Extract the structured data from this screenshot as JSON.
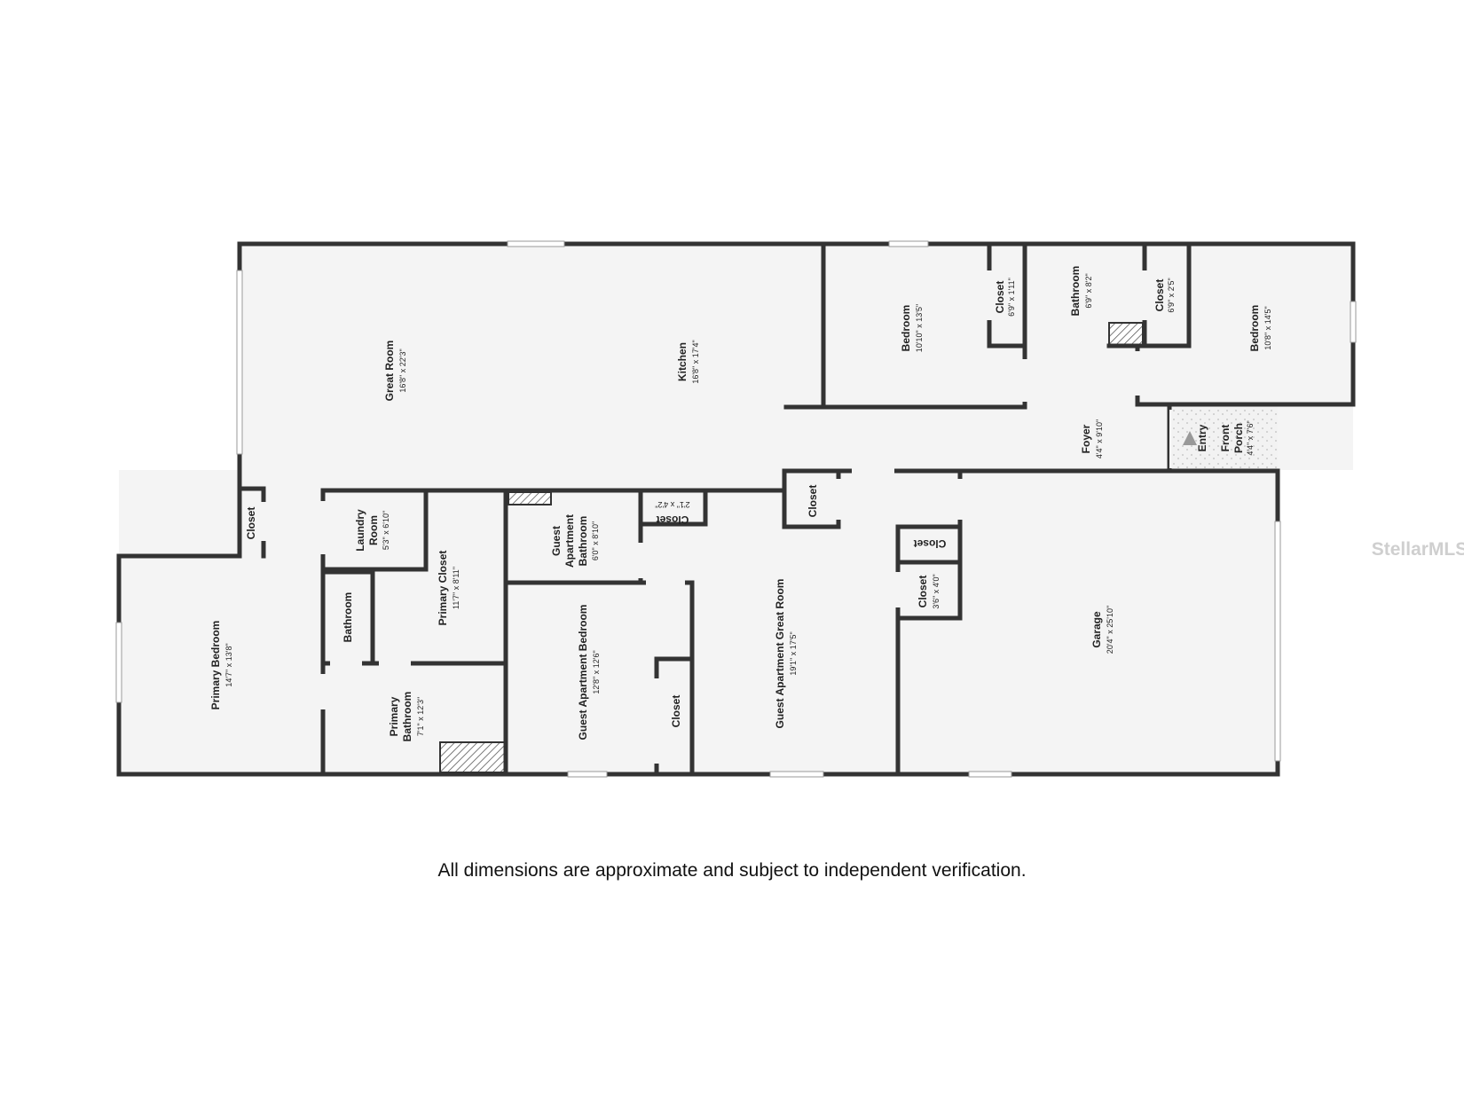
{
  "rooms": {
    "great_room": {
      "name": "Great Room",
      "dim": "16'8\" x 22'3\""
    },
    "kitchen": {
      "name": "Kitchen",
      "dim": "16'8\" x 17'4\""
    },
    "bedroom_a": {
      "name": "Bedroom",
      "dim": "10'10\" x 13'5\""
    },
    "closet_a": {
      "name": "Closet",
      "dim": "6'9\" x 1'11\""
    },
    "bathroom_a": {
      "name": "Bathroom",
      "dim": "6'9\" x 8'2\""
    },
    "closet_b": {
      "name": "Closet",
      "dim": "6'9\" x 2'5\""
    },
    "bedroom_b": {
      "name": "Bedroom",
      "dim": "10'8\" x 14'5\""
    },
    "foyer": {
      "name": "Foyer",
      "dim": "4'4\" x 9'10\""
    },
    "front_porch": {
      "line1": "Entry",
      "line2": "Front",
      "line3": "Porch",
      "dim": "4'4\" x 7'6\""
    },
    "closet_hall": {
      "name": "Closet"
    },
    "laundry": {
      "line1": "Laundry",
      "line2": "Room",
      "dim": "5'3\" x 6'10\""
    },
    "primary_closet": {
      "name": "Primary Closet",
      "dim": "11'7\" x 8'11\""
    },
    "guest_bath": {
      "line1": "Guest",
      "line2": "Apartment",
      "line3": "Bathroom",
      "dim": "6'0\" x 8'10\""
    },
    "closet_small": {
      "name": "Closet",
      "dim": "2'1\" x 4'2\""
    },
    "closet_garage_top": {
      "name": "Closet"
    },
    "closet_garage_mid": {
      "name": "Closet"
    },
    "closet_garage_low": {
      "name": "Closet",
      "dim": "3'6\" x 4'0\""
    },
    "primary_bedroom": {
      "name": "Primary Bedroom",
      "dim": "14'7\" x 13'8\""
    },
    "bathroom_small": {
      "name": "Bathroom"
    },
    "primary_bath": {
      "line1": "Primary",
      "line2": "Bathroom",
      "dim": "7'1\" x 12'3\""
    },
    "guest_bedroom": {
      "name": "Guest Apartment Bedroom",
      "dim": "12'8\" x 12'6\""
    },
    "closet_guest_bed": {
      "name": "Closet"
    },
    "guest_great_room": {
      "name": "Guest Apartment Great Room",
      "dim": "19'1\" x 17'5\""
    },
    "garage": {
      "name": "Garage",
      "dim": "20'4\" x 25'10\""
    }
  },
  "watermark": "StellarMLS",
  "footer_note": "All dimensions are approximate and subject to independent verification.",
  "colors": {
    "wall": "#333333",
    "floor": "#f4f4f4",
    "window": "#ffffff",
    "porch": "#eeeeee"
  }
}
